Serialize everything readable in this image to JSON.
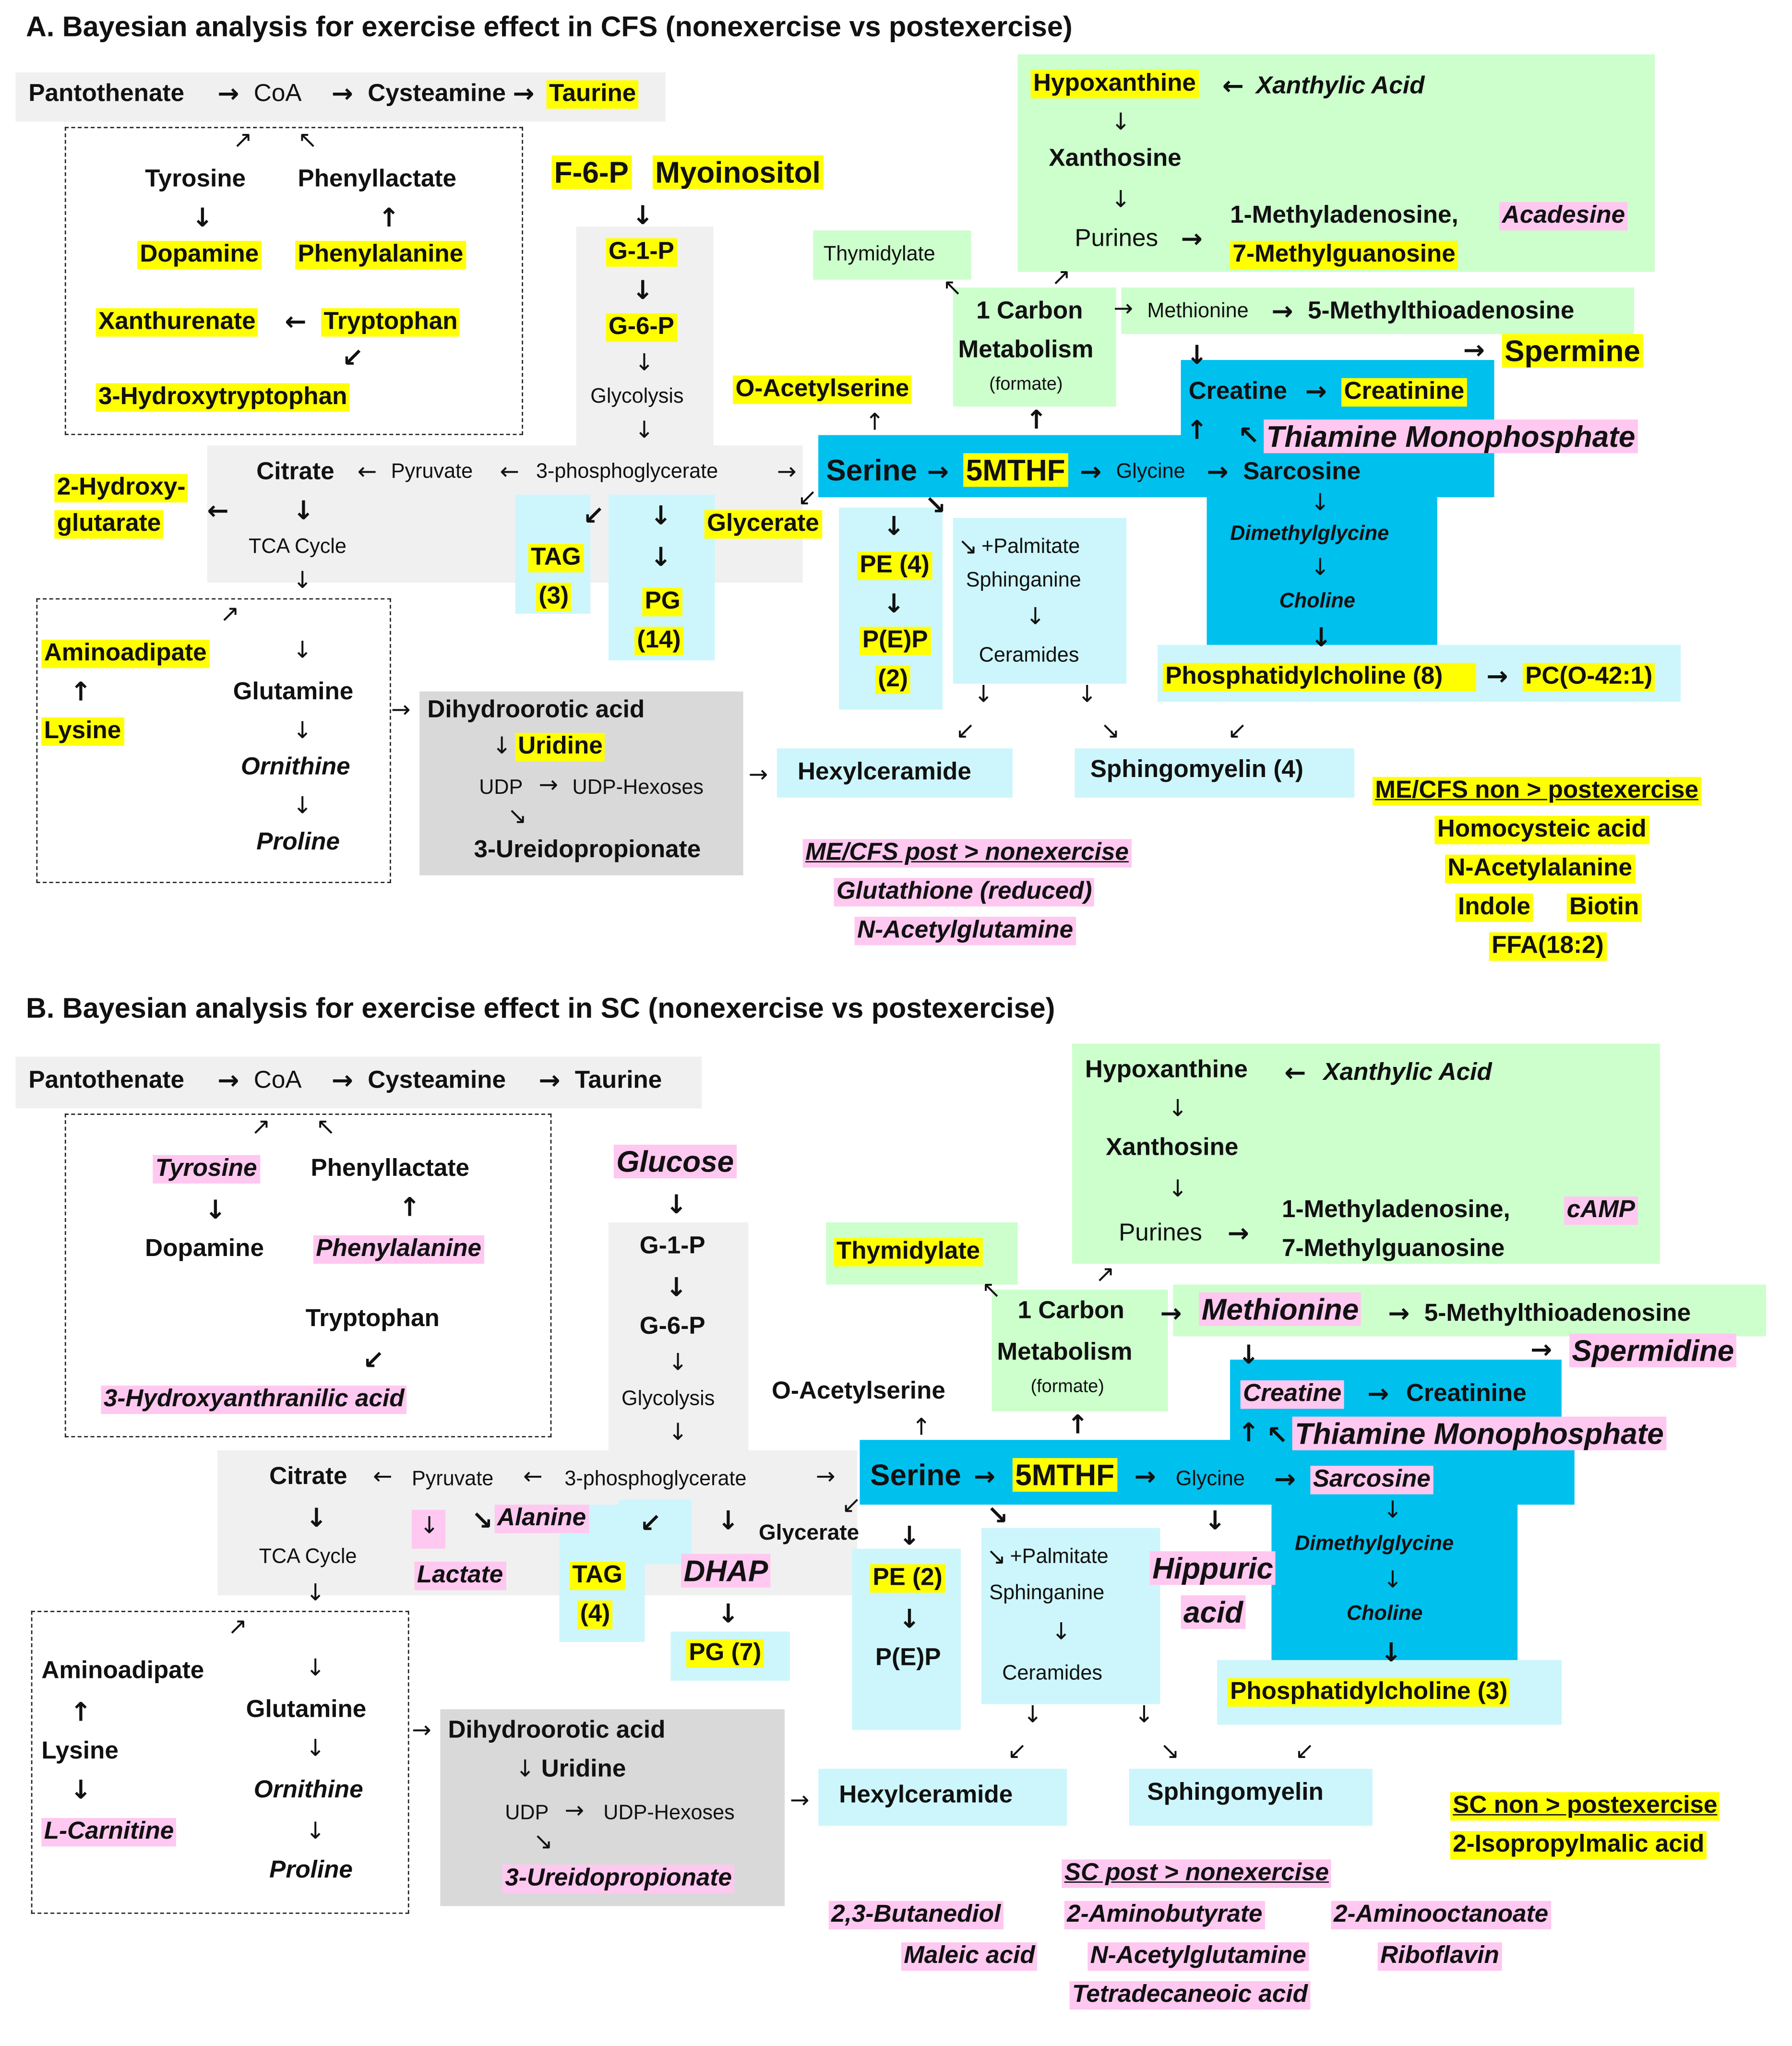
{
  "panelA": {
    "title": "A. Bayesian analysis for exercise effect in CFS (nonexercise vs postexercise)",
    "pantothenate": "Pantothenate",
    "coa": "CoA",
    "cysteamine": "Cysteamine",
    "taurine": "Taurine",
    "tyrosine": "Tyrosine",
    "phenyllactate": "Phenyllactate",
    "dopamine": "Dopamine",
    "phenylalanine": "Phenylalanine",
    "xanthurenate": "Xanthurenate",
    "tryptophan": "Tryptophan",
    "hydroxytryptophan": "3-Hydroxytryptophan",
    "f6p": "F-6-P",
    "myoinositol": "Myoinositol",
    "g1p": "G-1-P",
    "g6p": "G-6-P",
    "glycolysis": "Glycolysis",
    "hypoxanthine": "Hypoxanthine",
    "xanthylic": "Xanthylic Acid",
    "xanthosine": "Xanthosine",
    "purines": "Purines",
    "methyladenosine": "1-Methyladenosine,",
    "acadesine": "Acadesine",
    "methylguanosine": "7-Methylguanosine",
    "thymidylate": "Thymidylate",
    "carbon1": "1 Carbon",
    "metabolism": "Metabolism",
    "formate": "(formate)",
    "methionine": "Methionine",
    "mta": "5-Methylthioadenosine",
    "spermine": "Spermine",
    "oacetylserine": "O-Acetylserine",
    "creatine": "Creatine",
    "creatinine": "Creatinine",
    "thiamine": "Thiamine Monophosphate",
    "citrate": "Citrate",
    "pyruvate": "Pyruvate",
    "pga": "3-phosphoglycerate",
    "serine": "Serine",
    "mthf": "5MTHF",
    "glycine": "Glycine",
    "sarcosine": "Sarcosine",
    "hydroxy1": "2-Hydroxy-",
    "hydroxy2": "glutarate",
    "tca": "TCA Cycle",
    "tag1": "TAG",
    "tag2": "(3)",
    "pg1": "PG",
    "pg2": "(14)",
    "glycerate": "Glycerate",
    "pe": "PE (4)",
    "pep1": "P(E)P",
    "pep2": "(2)",
    "palmitate": "+Palmitate",
    "sphinganine": "Sphinganine",
    "ceramides": "Ceramides",
    "dimethylglycine": "Dimethylglycine",
    "choline": "Choline",
    "pc": "Phosphatidylcholine (8)",
    "pco": "PC(O-42:1)",
    "aminoadipate": "Aminoadipate",
    "lysine": "Lysine",
    "glutamine": "Glutamine",
    "ornithine": "Ornithine",
    "proline": "Proline",
    "dihydroorotic": "Dihydroorotic acid",
    "uridine": "Uridine",
    "udp": "UDP",
    "udphex": "UDP-Hexoses",
    "ureido": "3-Ureidopropionate",
    "hexylceramide": "Hexylceramide",
    "sphingomyelin": "Sphingomyelin (4)",
    "nonTitle": "ME/CFS non > postexercise",
    "non1": "Homocysteic acid",
    "non2": "N-Acetylalanine",
    "non3a": "Indole",
    "non3b": "Biotin",
    "non4": "FFA(18:2)",
    "postTitle": "ME/CFS post > nonexercise",
    "post1": "Glutathione (reduced)",
    "post2": "N-Acetylglutamine"
  },
  "panelB": {
    "title": "B. Bayesian analysis for exercise effect in SC (nonexercise vs postexercise)",
    "pantothenate": "Pantothenate",
    "coa": "CoA",
    "cysteamine": "Cysteamine",
    "taurine": "Taurine",
    "tyrosine": "Tyrosine",
    "phenyllactate": "Phenyllactate",
    "dopamine": "Dopamine",
    "phenylalanine": "Phenylalanine",
    "tryptophan": "Tryptophan",
    "hydroxyanthranilic": "3-Hydroxyanthranilic acid",
    "glucose": "Glucose",
    "g1p": "G-1-P",
    "g6p": "G-6-P",
    "glycolysis": "Glycolysis",
    "hypoxanthine": "Hypoxanthine",
    "xanthylic": "Xanthylic Acid",
    "xanthosine": "Xanthosine",
    "purines": "Purines",
    "methyladenosine": "1-Methyladenosine,",
    "camp": "cAMP",
    "methylguanosine": "7-Methylguanosine",
    "thymidylate": "Thymidylate",
    "carbon1": "1 Carbon",
    "metabolism": "Metabolism",
    "formate": "(formate)",
    "methionine": "Methionine",
    "mta": "5-Methylthioadenosine",
    "spermidine": "Spermidine",
    "oacetylserine": "O-Acetylserine",
    "creatine": "Creatine",
    "creatinine": "Creatinine",
    "thiamine": "Thiamine Monophosphate",
    "citrate": "Citrate",
    "pyruvate": "Pyruvate",
    "pga": "3-phosphoglycerate",
    "serine": "Serine",
    "mthf": "5MTHF",
    "glycine": "Glycine",
    "sarcosine": "Sarcosine",
    "tca": "TCA Cycle",
    "lactate": "Lactate",
    "alanine": "Alanine",
    "tag1": "TAG",
    "tag2": "(4)",
    "dhap": "DHAP",
    "pg": "PG (7)",
    "glycerate": "Glycerate",
    "pe": "PE (2)",
    "pep": "P(E)P",
    "palmitate": "+Palmitate",
    "sphinganine": "Sphinganine",
    "ceramides": "Ceramides",
    "hippuric1": "Hippuric",
    "hippuric2": "acid",
    "dimethylglycine": "Dimethylglycine",
    "choline": "Choline",
    "pc": "Phosphatidylcholine (3)",
    "aminoadipate": "Aminoadipate",
    "lysine": "Lysine",
    "carnitine": "L-Carnitine",
    "glutamine": "Glutamine",
    "ornithine": "Ornithine",
    "proline": "Proline",
    "dihydroorotic": "Dihydroorotic acid",
    "uridine": "Uridine",
    "udp": "UDP",
    "udphex": "UDP-Hexoses",
    "ureido": "3-Ureidopropionate",
    "hexylceramide": "Hexylceramide",
    "sphingomyelin": "Sphingomyelin",
    "nonTitle": "SC non > postexercise",
    "non1": "2-Isopropylmalic acid",
    "postTitle": "SC post > nonexercise",
    "post1a": "2,3-Butanediol",
    "post1b": "2-Aminobutyrate",
    "post1c": "2-Aminooctanoate",
    "post2a": "Maleic acid",
    "post2b": "N-Acetylglutamine",
    "post2c": "Riboflavin",
    "post3": "Tetradecaneoic acid"
  },
  "colors": {
    "yellow": "#ffff00",
    "pink": "#ffc8f0",
    "blue": "#00c0ee",
    "green": "#ccffcc",
    "lightblue": "#ccf6fb",
    "gray": "#f0f0f0",
    "darkgray": "#d9d9d9"
  }
}
